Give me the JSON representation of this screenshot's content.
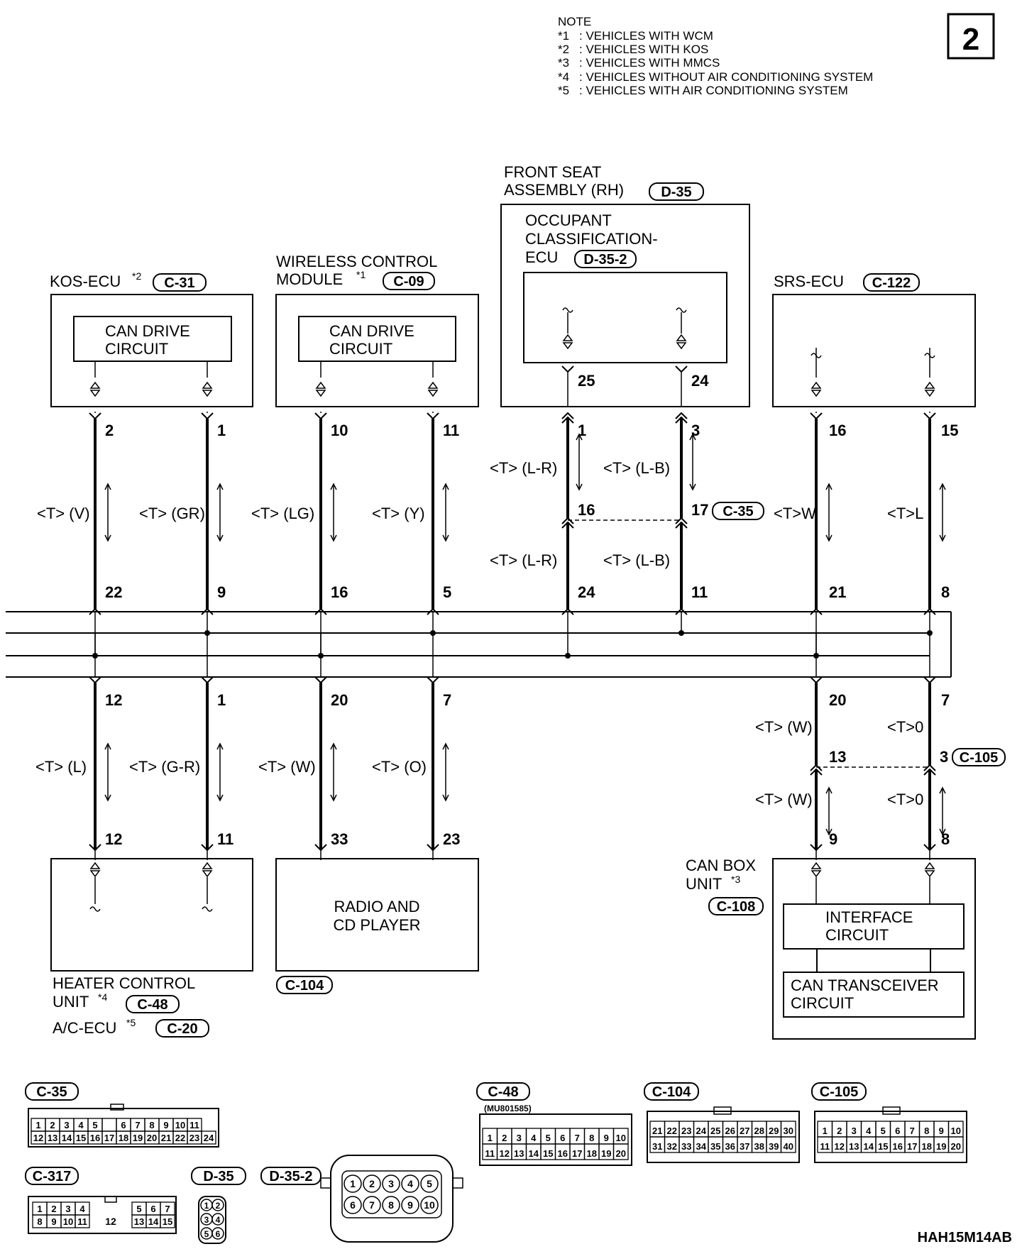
{
  "page_number": "2",
  "footer_code": "HAH15M14AB",
  "note": {
    "title": "NOTE",
    "items": [
      {
        "mark": "*1",
        "text": ": VEHICLES WITH WCM"
      },
      {
        "mark": "*2",
        "text": ": VEHICLES WITH KOS"
      },
      {
        "mark": "*3",
        "text": ": VEHICLES WITH MMCS"
      },
      {
        "mark": "*4",
        "text": ": VEHICLES WITHOUT AIR CONDITIONING SYSTEM"
      },
      {
        "mark": "*5",
        "text": ": VEHICLES WITH AIR CONDITIONING SYSTEM"
      }
    ]
  },
  "modules": {
    "kos": {
      "name": "KOS-ECU",
      "mark": "*2",
      "connector": "C-31",
      "circuit": [
        "CAN DRIVE",
        "CIRCUIT"
      ]
    },
    "wcm": {
      "name": [
        "WIRELESS CONTROL",
        "MODULE"
      ],
      "mark": "*1",
      "connector": "C-09",
      "circuit": [
        "CAN DRIVE",
        "CIRCUIT"
      ]
    },
    "seat": {
      "name": [
        "FRONT SEAT",
        "ASSEMBLY (RH)"
      ],
      "connector": "D-35",
      "ecu": [
        "OCCUPANT",
        "CLASSIFICATION-",
        "ECU"
      ],
      "ecu_connector": "D-35-2"
    },
    "srs": {
      "name": "SRS-ECU",
      "connector": "C-122"
    },
    "heater": {
      "name": [
        "HEATER CONTROL",
        "UNIT"
      ],
      "mark": "*4",
      "connector": "C-48",
      "alt_name": "A/C-ECU",
      "alt_mark": "*5",
      "alt_connector": "C-20"
    },
    "radio": {
      "text": [
        "RADIO AND",
        "CD PLAYER"
      ],
      "connector": "C-104"
    },
    "canbox": {
      "name": [
        "CAN BOX",
        "UNIT"
      ],
      "mark": "*3",
      "connector": "C-108",
      "interface": [
        "INTERFACE",
        "CIRCUIT"
      ],
      "transceiver": [
        "CAN TRANSCEIVER",
        "CIRCUIT"
      ]
    }
  },
  "upper_wires": [
    {
      "pin_top": "2",
      "pin_bottom": "22",
      "color": "<T> (V)"
    },
    {
      "pin_top": "1",
      "pin_bottom": "9",
      "color": "<T> (GR)"
    },
    {
      "pin_top": "10",
      "pin_bottom": "16",
      "color": "<T> (LG)"
    },
    {
      "pin_top": "11",
      "pin_bottom": "5",
      "color": "<T> (Y)"
    },
    {
      "pin_top": "1",
      "pin_mid": "16",
      "pin_bottom": "24",
      "pin_ecu": "25",
      "color_top": "<T> (L-R)",
      "color_bottom": "<T> (L-R)"
    },
    {
      "pin_top": "3",
      "pin_mid": "17",
      "pin_bottom": "11",
      "pin_ecu": "24",
      "color_top": "<T> (L-B)",
      "color_bottom": "<T> (L-B)",
      "mid_connector": "C-35"
    },
    {
      "pin_top": "16",
      "pin_bottom": "21",
      "color": "<T>W"
    },
    {
      "pin_top": "15",
      "pin_bottom": "8",
      "color": "<T>L"
    }
  ],
  "lower_wires": [
    {
      "pin_top": "12",
      "pin_bottom": "12",
      "color": "<T> (L)"
    },
    {
      "pin_top": "1",
      "pin_bottom": "11",
      "color": "<T> (G-R)"
    },
    {
      "pin_top": "20",
      "pin_bottom": "33",
      "color": "<T> (W)"
    },
    {
      "pin_top": "7",
      "pin_bottom": "23",
      "color": "<T> (O)"
    },
    {
      "pin_top": "20",
      "pin_mid": "13",
      "pin_bottom": "9",
      "color_top": "<T> (W)",
      "color_bottom": "<T> (W)"
    },
    {
      "pin_top": "7",
      "pin_mid": "3",
      "pin_bottom": "8",
      "color_top": "<T>0",
      "color_bottom": "<T>0",
      "mid_connector": "C-105"
    }
  ],
  "connectors": [
    {
      "id": "C-35",
      "rows": [
        [
          "1",
          "2",
          "3",
          "4",
          "5",
          "",
          "6",
          "7",
          "8",
          "9",
          "10",
          "11"
        ],
        [
          "12",
          "13",
          "14",
          "15",
          "16",
          "17",
          "18",
          "19",
          "20",
          "21",
          "22",
          "23",
          "24"
        ]
      ]
    },
    {
      "id": "C-48",
      "part": "(MU801585)",
      "rows": [
        [
          "1",
          "2",
          "3",
          "4",
          "5",
          "6",
          "7",
          "8",
          "9",
          "10"
        ],
        [
          "11",
          "12",
          "13",
          "14",
          "15",
          "16",
          "17",
          "18",
          "19",
          "20"
        ]
      ]
    },
    {
      "id": "C-104",
      "rows": [
        [
          "21",
          "22",
          "23",
          "24",
          "25",
          "26",
          "27",
          "28",
          "29",
          "30"
        ],
        [
          "31",
          "32",
          "33",
          "34",
          "35",
          "36",
          "37",
          "38",
          "39",
          "40"
        ]
      ]
    },
    {
      "id": "C-105",
      "rows": [
        [
          "1",
          "2",
          "3",
          "4",
          "5",
          "6",
          "7",
          "8",
          "9",
          "10"
        ],
        [
          "11",
          "12",
          "13",
          "14",
          "15",
          "16",
          "17",
          "18",
          "19",
          "20"
        ]
      ]
    },
    {
      "id": "C-317",
      "rows": [
        [
          "1",
          "2",
          "3",
          "4",
          "12",
          "5",
          "6",
          "7"
        ],
        [
          "8",
          "9",
          "10",
          "11",
          "13",
          "14",
          "15"
        ]
      ]
    },
    {
      "id": "D-35",
      "rows": [
        [
          "1",
          "2"
        ],
        [
          "3",
          "4"
        ],
        [
          "5",
          "6"
        ]
      ]
    },
    {
      "id": "D-35-2",
      "rows": [
        [
          "1",
          "2",
          "3",
          "4",
          "5"
        ],
        [
          "6",
          "7",
          "8",
          "9",
          "10"
        ]
      ]
    }
  ]
}
